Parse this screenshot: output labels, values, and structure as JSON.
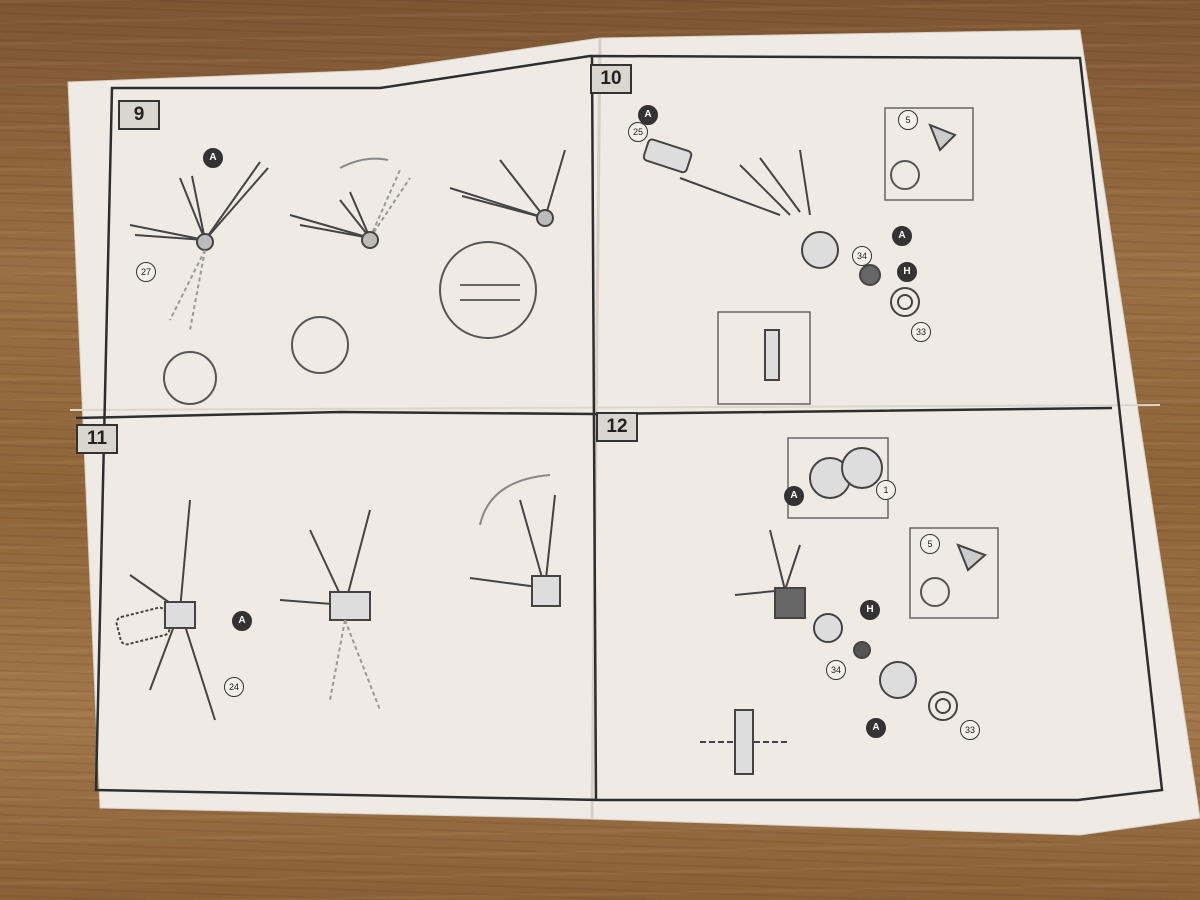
{
  "steps": [
    {
      "number": "9"
    },
    {
      "number": "10"
    },
    {
      "number": "11"
    },
    {
      "number": "12"
    }
  ],
  "labels": {
    "s9_a": "A",
    "s9_27": "27",
    "s10_a1": "A",
    "s10_25": "25",
    "s10_5": "5",
    "s10_a2": "A",
    "s10_34": "34",
    "s10_h": "H",
    "s10_33": "33",
    "s11_a": "A",
    "s11_24": "24",
    "s12_a1": "A",
    "s12_1": "1",
    "s12_5": "5",
    "s12_h": "H",
    "s12_34": "34",
    "s12_a2": "A",
    "s12_33": "33"
  },
  "colors": {
    "paper": "#efeae4",
    "ink": "#333333",
    "wood": "#8a6238"
  }
}
